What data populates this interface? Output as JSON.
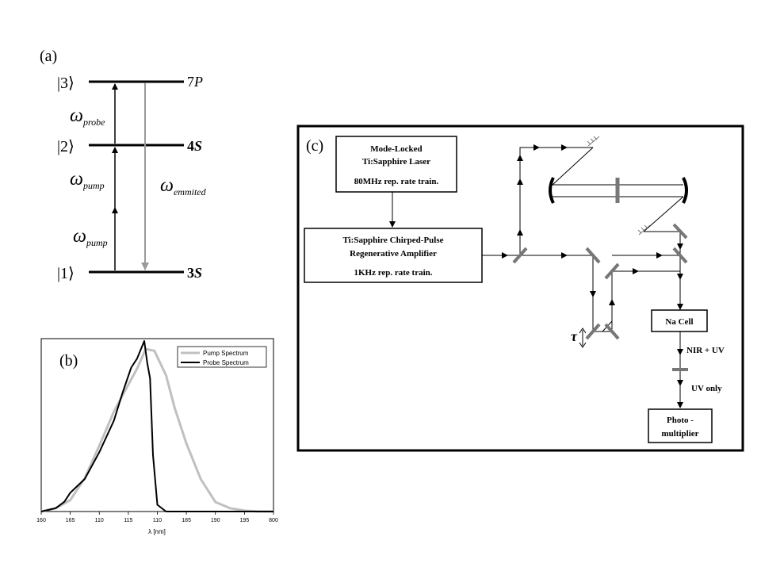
{
  "panel_a": {
    "label": "(a)",
    "levels": [
      {
        "ket": "|3⟩",
        "name": "7",
        "name_italic": "P"
      },
      {
        "ket": "|2⟩",
        "name": "4",
        "name_italic": "S"
      },
      {
        "ket": "|1⟩",
        "name": "3",
        "name_italic": "S"
      }
    ],
    "omega_probe": {
      "symbol": "ω",
      "sub": "probe"
    },
    "omega_pump_upper": {
      "symbol": "ω",
      "sub": "pump"
    },
    "omega_pump_lower": {
      "symbol": "ω",
      "sub": "pump"
    },
    "omega_emitted": {
      "symbol": "ω",
      "sub": "emmited"
    }
  },
  "panel_b": {
    "label": "(b)",
    "chart_data": {
      "type": "line",
      "xlabel": "λ [nm]",
      "xticks": [
        "160",
        "165",
        "110",
        "115",
        "110",
        "185",
        "190",
        "195",
        "800"
      ],
      "legend_position": "top-right",
      "series": [
        {
          "name": "Pump Spectrum",
          "color": "#c0c0c0",
          "x": [
            0,
            0.5,
            1,
            1.5,
            2,
            2.5,
            2.9,
            3.3,
            3.6,
            3.9,
            4.3,
            4.6,
            5,
            5.5,
            6,
            6.5,
            7,
            7.5,
            8
          ],
          "y": [
            0,
            0.02,
            0.08,
            0.2,
            0.38,
            0.58,
            0.72,
            0.86,
            0.98,
            0.96,
            0.8,
            0.6,
            0.4,
            0.2,
            0.07,
            0.02,
            0.005,
            0,
            0
          ]
        },
        {
          "name": "Probe Spectrum",
          "color": "#000000",
          "x": [
            0,
            0.5,
            0.8,
            1,
            1.5,
            2,
            2.5,
            2.8,
            3.1,
            3.3,
            3.55,
            3.65,
            3.75,
            3.85,
            4,
            4.3,
            5,
            6,
            7,
            8
          ],
          "y": [
            0,
            0.02,
            0.06,
            0.1,
            0.18,
            0.35,
            0.55,
            0.72,
            0.86,
            0.9,
            1,
            0.88,
            0.8,
            0.35,
            0.04,
            0,
            0,
            0,
            0,
            0
          ]
        }
      ],
      "xlim": [
        0,
        8
      ],
      "ylim": [
        0,
        1
      ]
    }
  },
  "panel_c": {
    "label": "(c)",
    "laser": {
      "line1": "Mode-Locked",
      "line2": "Ti:Sapphire Laser",
      "line3": "80MHz rep. rate train."
    },
    "amplifier": {
      "line1": "Ti:Sapphire Chirped-Pulse",
      "line2": "Regenerative Amplifier",
      "line3": "1KHz rep. rate train."
    },
    "na_cell": "Na Cell",
    "detector": {
      "line1": "Photo -",
      "line2": "multiplier"
    },
    "beam_labels": {
      "nir_uv": "NIR + UV",
      "uv_only": "UV only",
      "delay": "τ"
    }
  }
}
